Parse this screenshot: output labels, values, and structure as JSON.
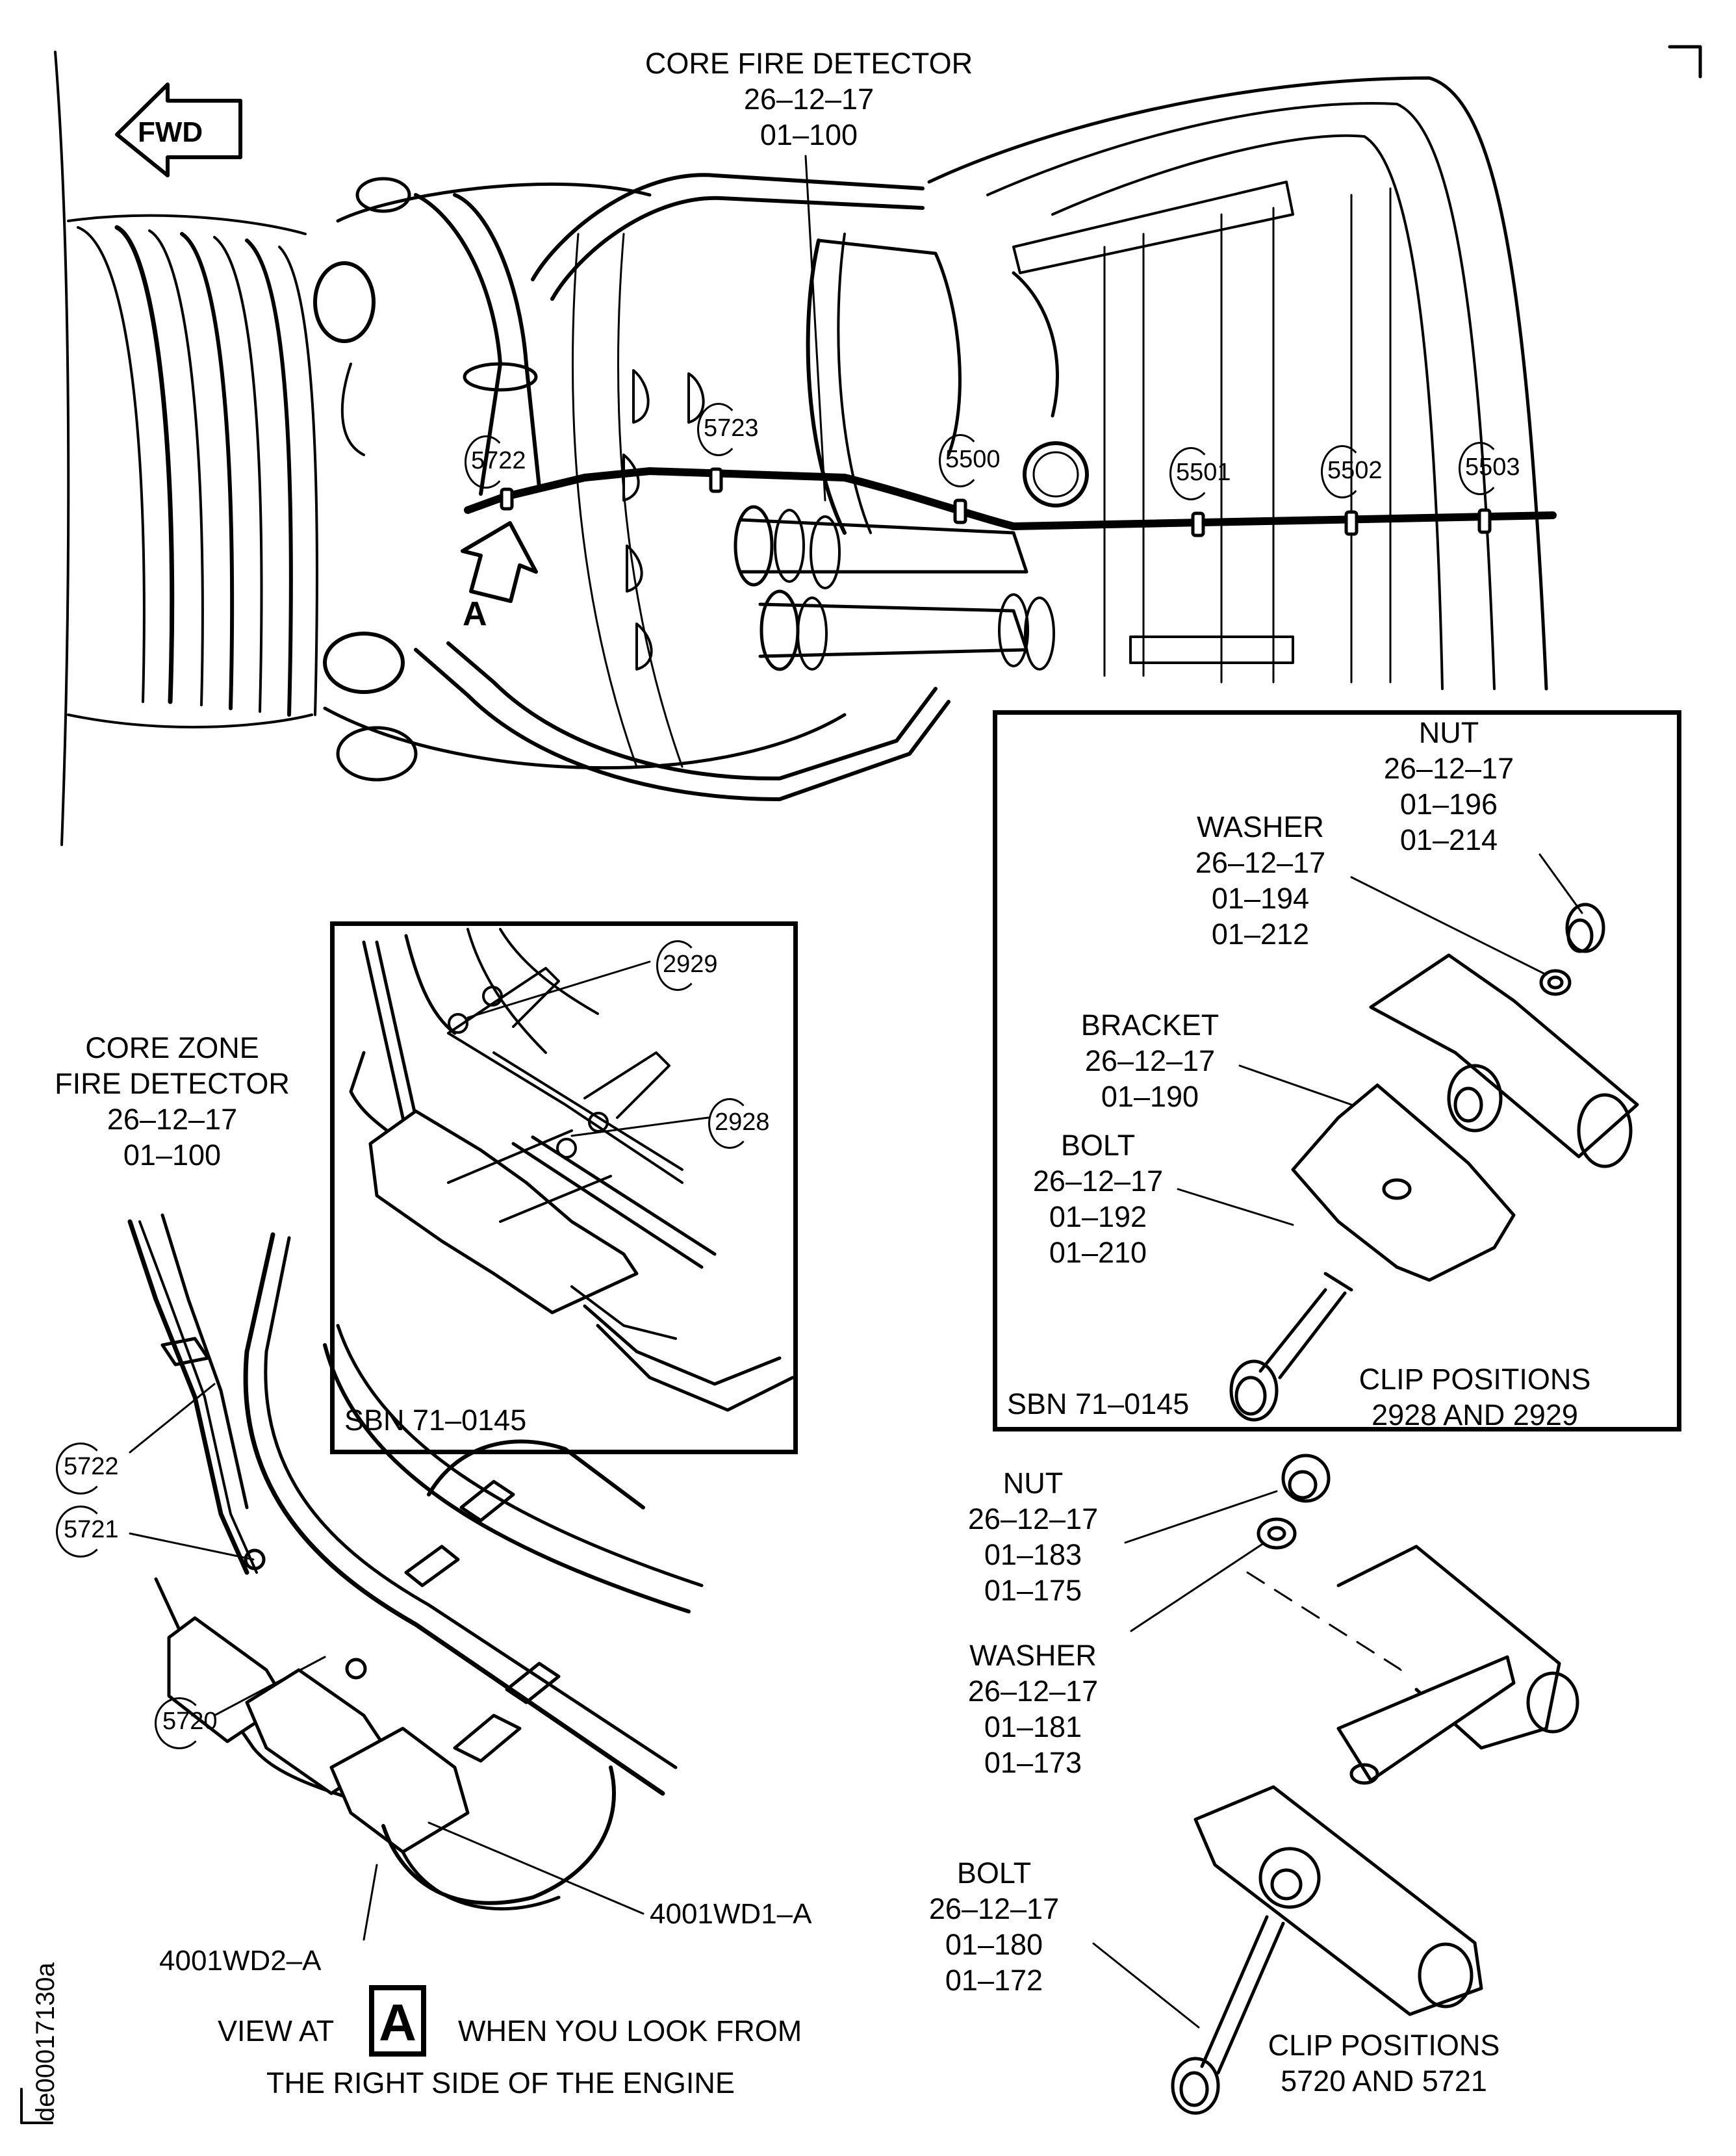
{
  "direction_indicator": {
    "label": "FWD"
  },
  "main_view": {
    "title_label": {
      "name": "CORE FIRE DETECTOR",
      "ref": "26–12–17",
      "item": "01–100"
    },
    "view_marker": "A",
    "clip_callouts": [
      "5722",
      "5723",
      "5500",
      "5501",
      "5502",
      "5503"
    ]
  },
  "inset_sbn_left": {
    "sbn": "SBN 71–0145",
    "clip_callouts": [
      "2929",
      "2928"
    ]
  },
  "inset_sbn_right": {
    "sbn": "SBN 71–0145",
    "nut": {
      "name": "NUT",
      "ref": "26–12–17",
      "items": [
        "01–196",
        "01–214"
      ]
    },
    "washer": {
      "name": "WASHER",
      "ref": "26–12–17",
      "items": [
        "01–194",
        "01–212"
      ]
    },
    "bracket": {
      "name": "BRACKET",
      "ref": "26–12–17",
      "items": [
        "01–190"
      ]
    },
    "bolt": {
      "name": "BOLT",
      "ref": "26–12–17",
      "items": [
        "01–192",
        "01–210"
      ]
    },
    "caption": [
      "CLIP POSITIONS",
      "2928 AND 2929"
    ]
  },
  "view_a": {
    "detector_label": {
      "name_line1": "CORE ZONE",
      "name_line2": "FIRE DETECTOR",
      "ref": "26–12–17",
      "item": "01–100"
    },
    "clip_callouts": [
      "5722",
      "5721",
      "5720"
    ],
    "connectors": [
      "4001WD1–A",
      "4001WD2–A"
    ],
    "caption": {
      "prefix": "VIEW AT",
      "marker": "A",
      "suffix": "WHEN YOU LOOK FROM",
      "line2": "THE RIGHT SIDE OF THE ENGINE"
    }
  },
  "lower_right_parts": {
    "nut": {
      "name": "NUT",
      "ref": "26–12–17",
      "items": [
        "01–183",
        "01–175"
      ]
    },
    "washer": {
      "name": "WASHER",
      "ref": "26–12–17",
      "items": [
        "01–181",
        "01–173"
      ]
    },
    "bolt": {
      "name": "BOLT",
      "ref": "26–12–17",
      "items": [
        "01–180",
        "01–172"
      ]
    },
    "caption": [
      "CLIP POSITIONS",
      "5720 AND 5721"
    ]
  },
  "figure_id": "de00017130a"
}
